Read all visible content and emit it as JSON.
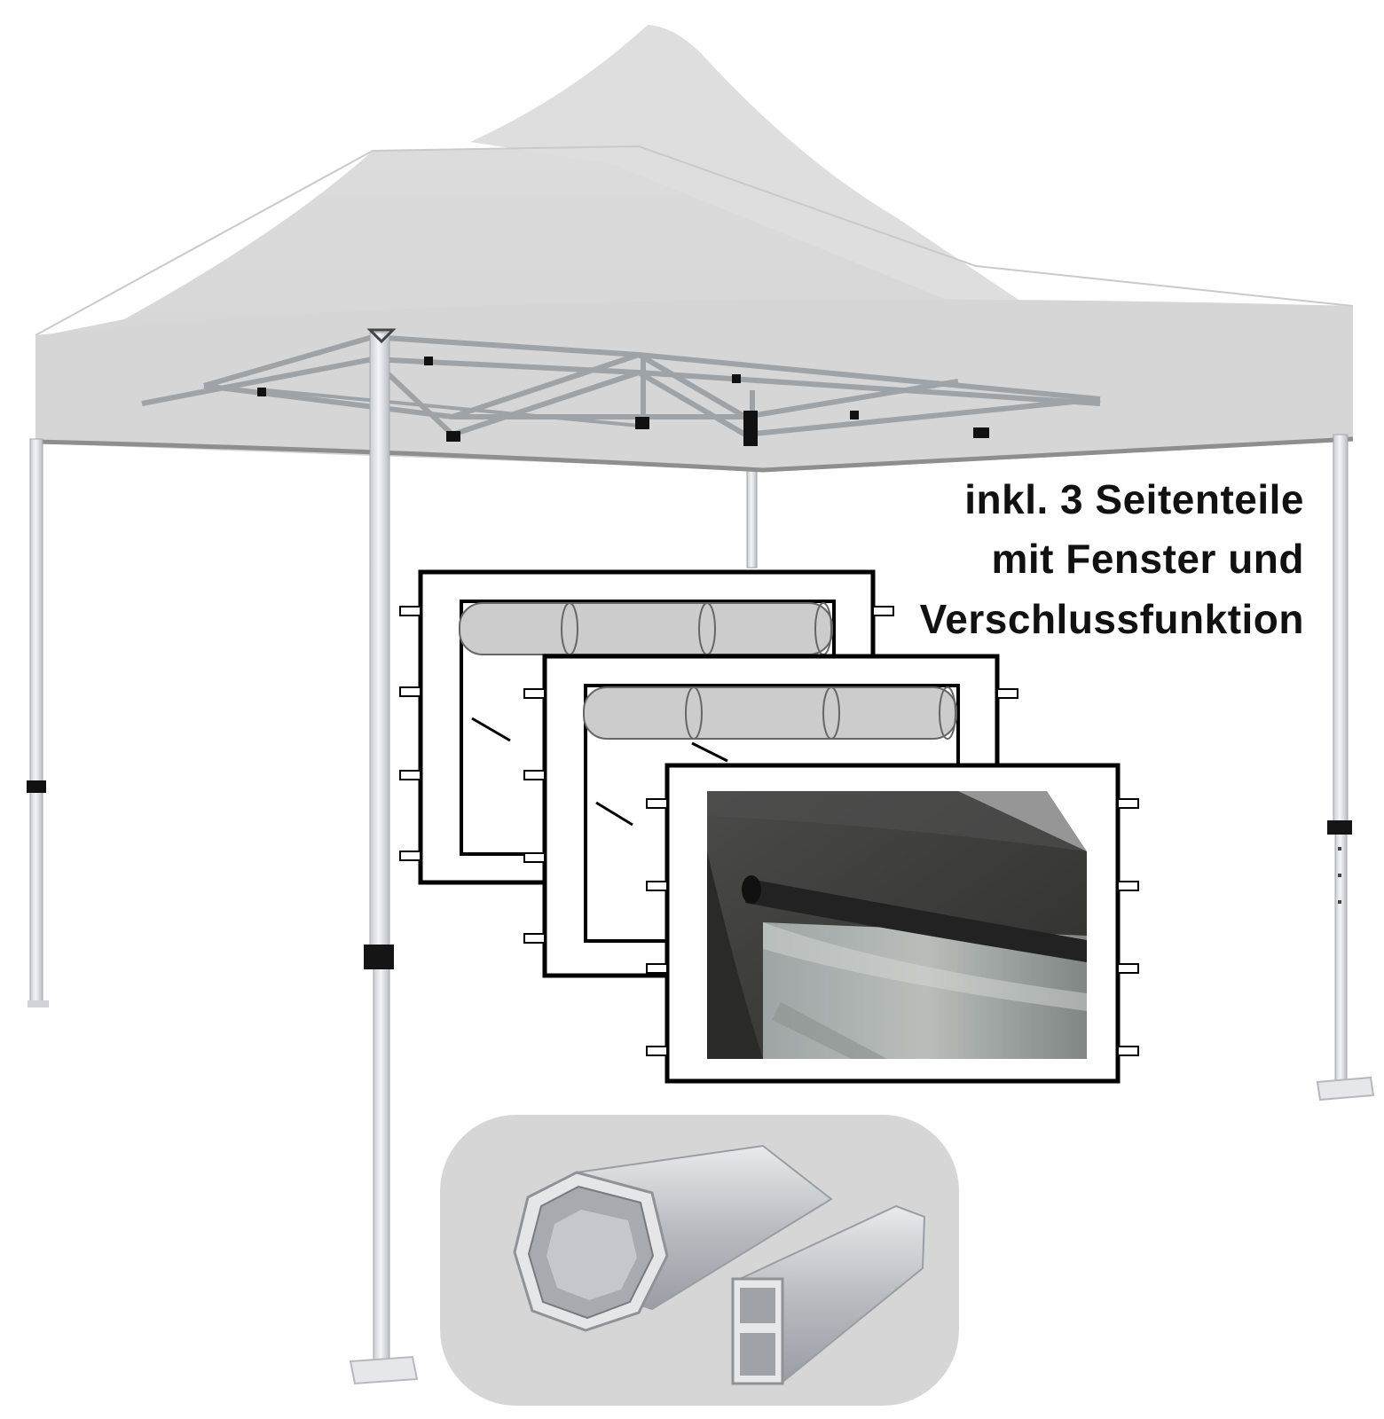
{
  "caption": {
    "line1": "inkl. 3 Seitenteile",
    "line2": "mit Fenster und",
    "line3": "Verschlussfunktion"
  },
  "colors": {
    "canopy": "#d9d9d9",
    "frame": "#e7e9ec",
    "outline": "#000000",
    "profile_bg": "#d6d6d6"
  },
  "icons": {
    "gazebo": "folding-gazebo-illustration",
    "side_walls": "side-wall-panels-illustration",
    "profiles": "hexagonal-and-square-aluminium-profiles"
  }
}
